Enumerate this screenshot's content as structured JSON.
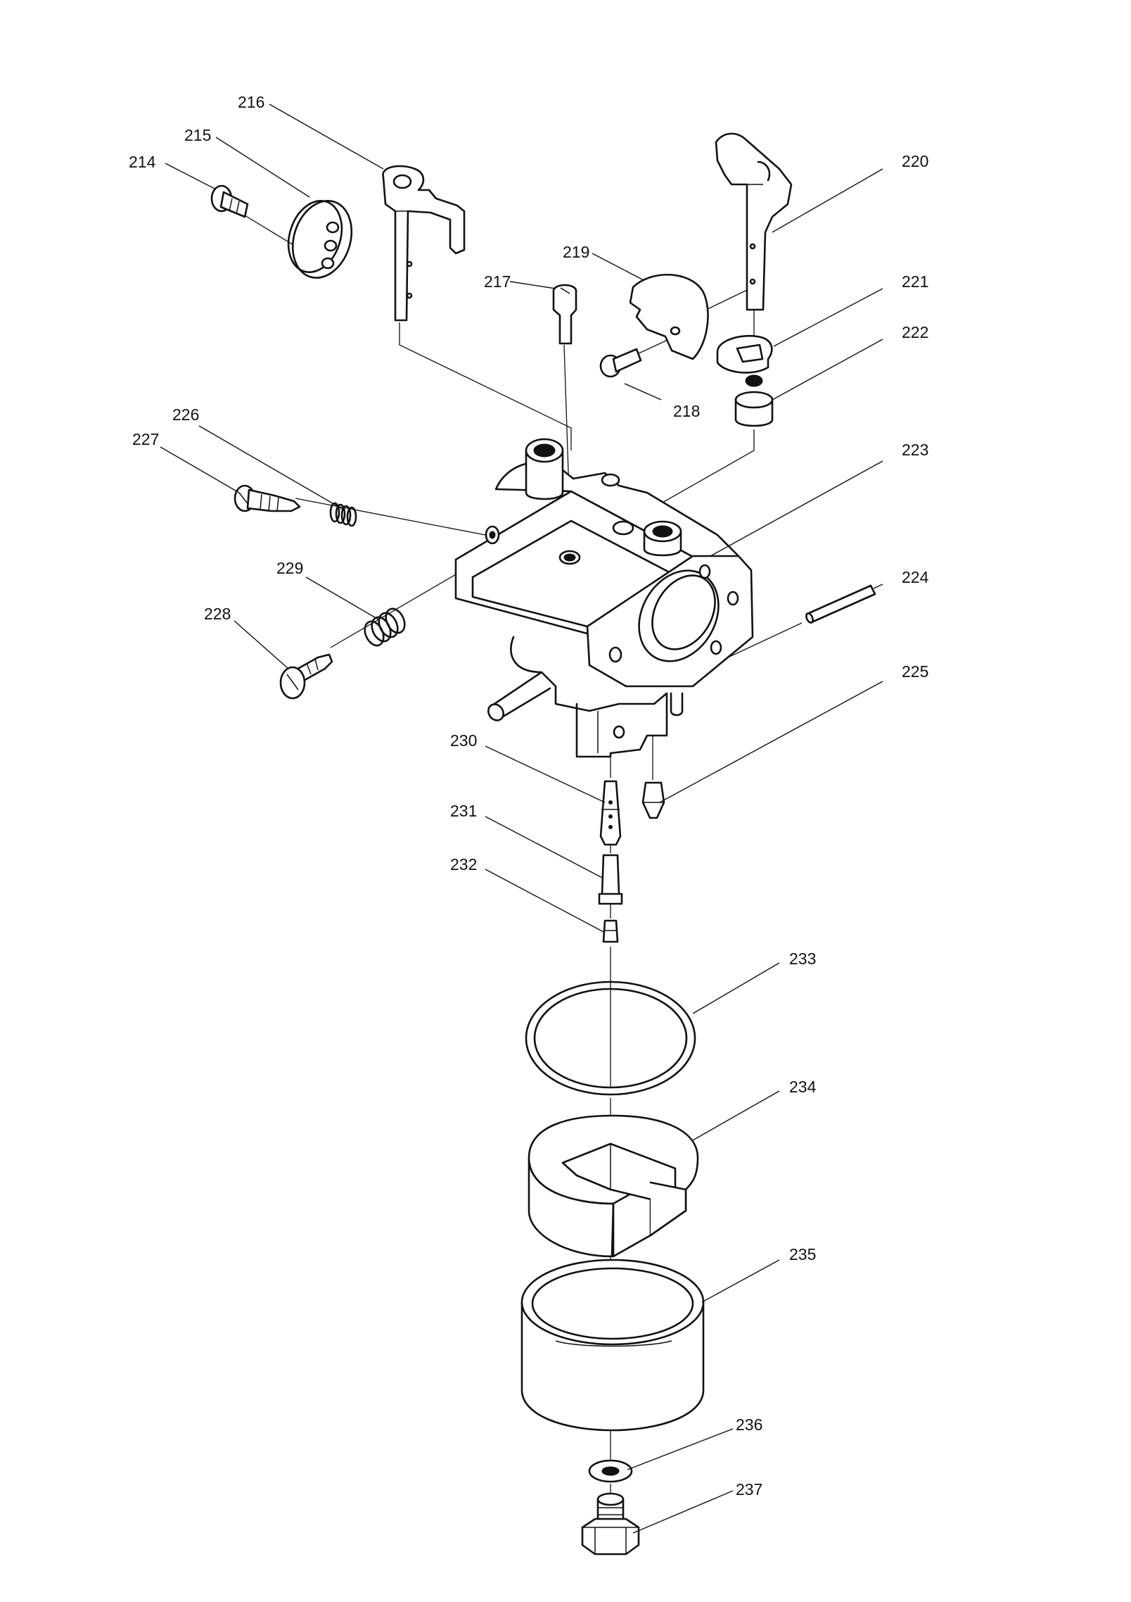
{
  "diagram": {
    "type": "exploded-parts-diagram",
    "colors": {
      "line": "#111111",
      "background": "#ffffff"
    },
    "labels": {
      "p214": "214",
      "p215": "215",
      "p216": "216",
      "p217": "217",
      "p218": "218",
      "p219": "219",
      "p220": "220",
      "p221": "221",
      "p222": "222",
      "p223": "223",
      "p224": "224",
      "p225": "225",
      "p226": "226",
      "p227": "227",
      "p228": "228",
      "p229": "229",
      "p230": "230",
      "p231": "231",
      "p232": "232",
      "p233": "233",
      "p234": "234",
      "p235": "235",
      "p236": "236",
      "p237": "237"
    }
  }
}
